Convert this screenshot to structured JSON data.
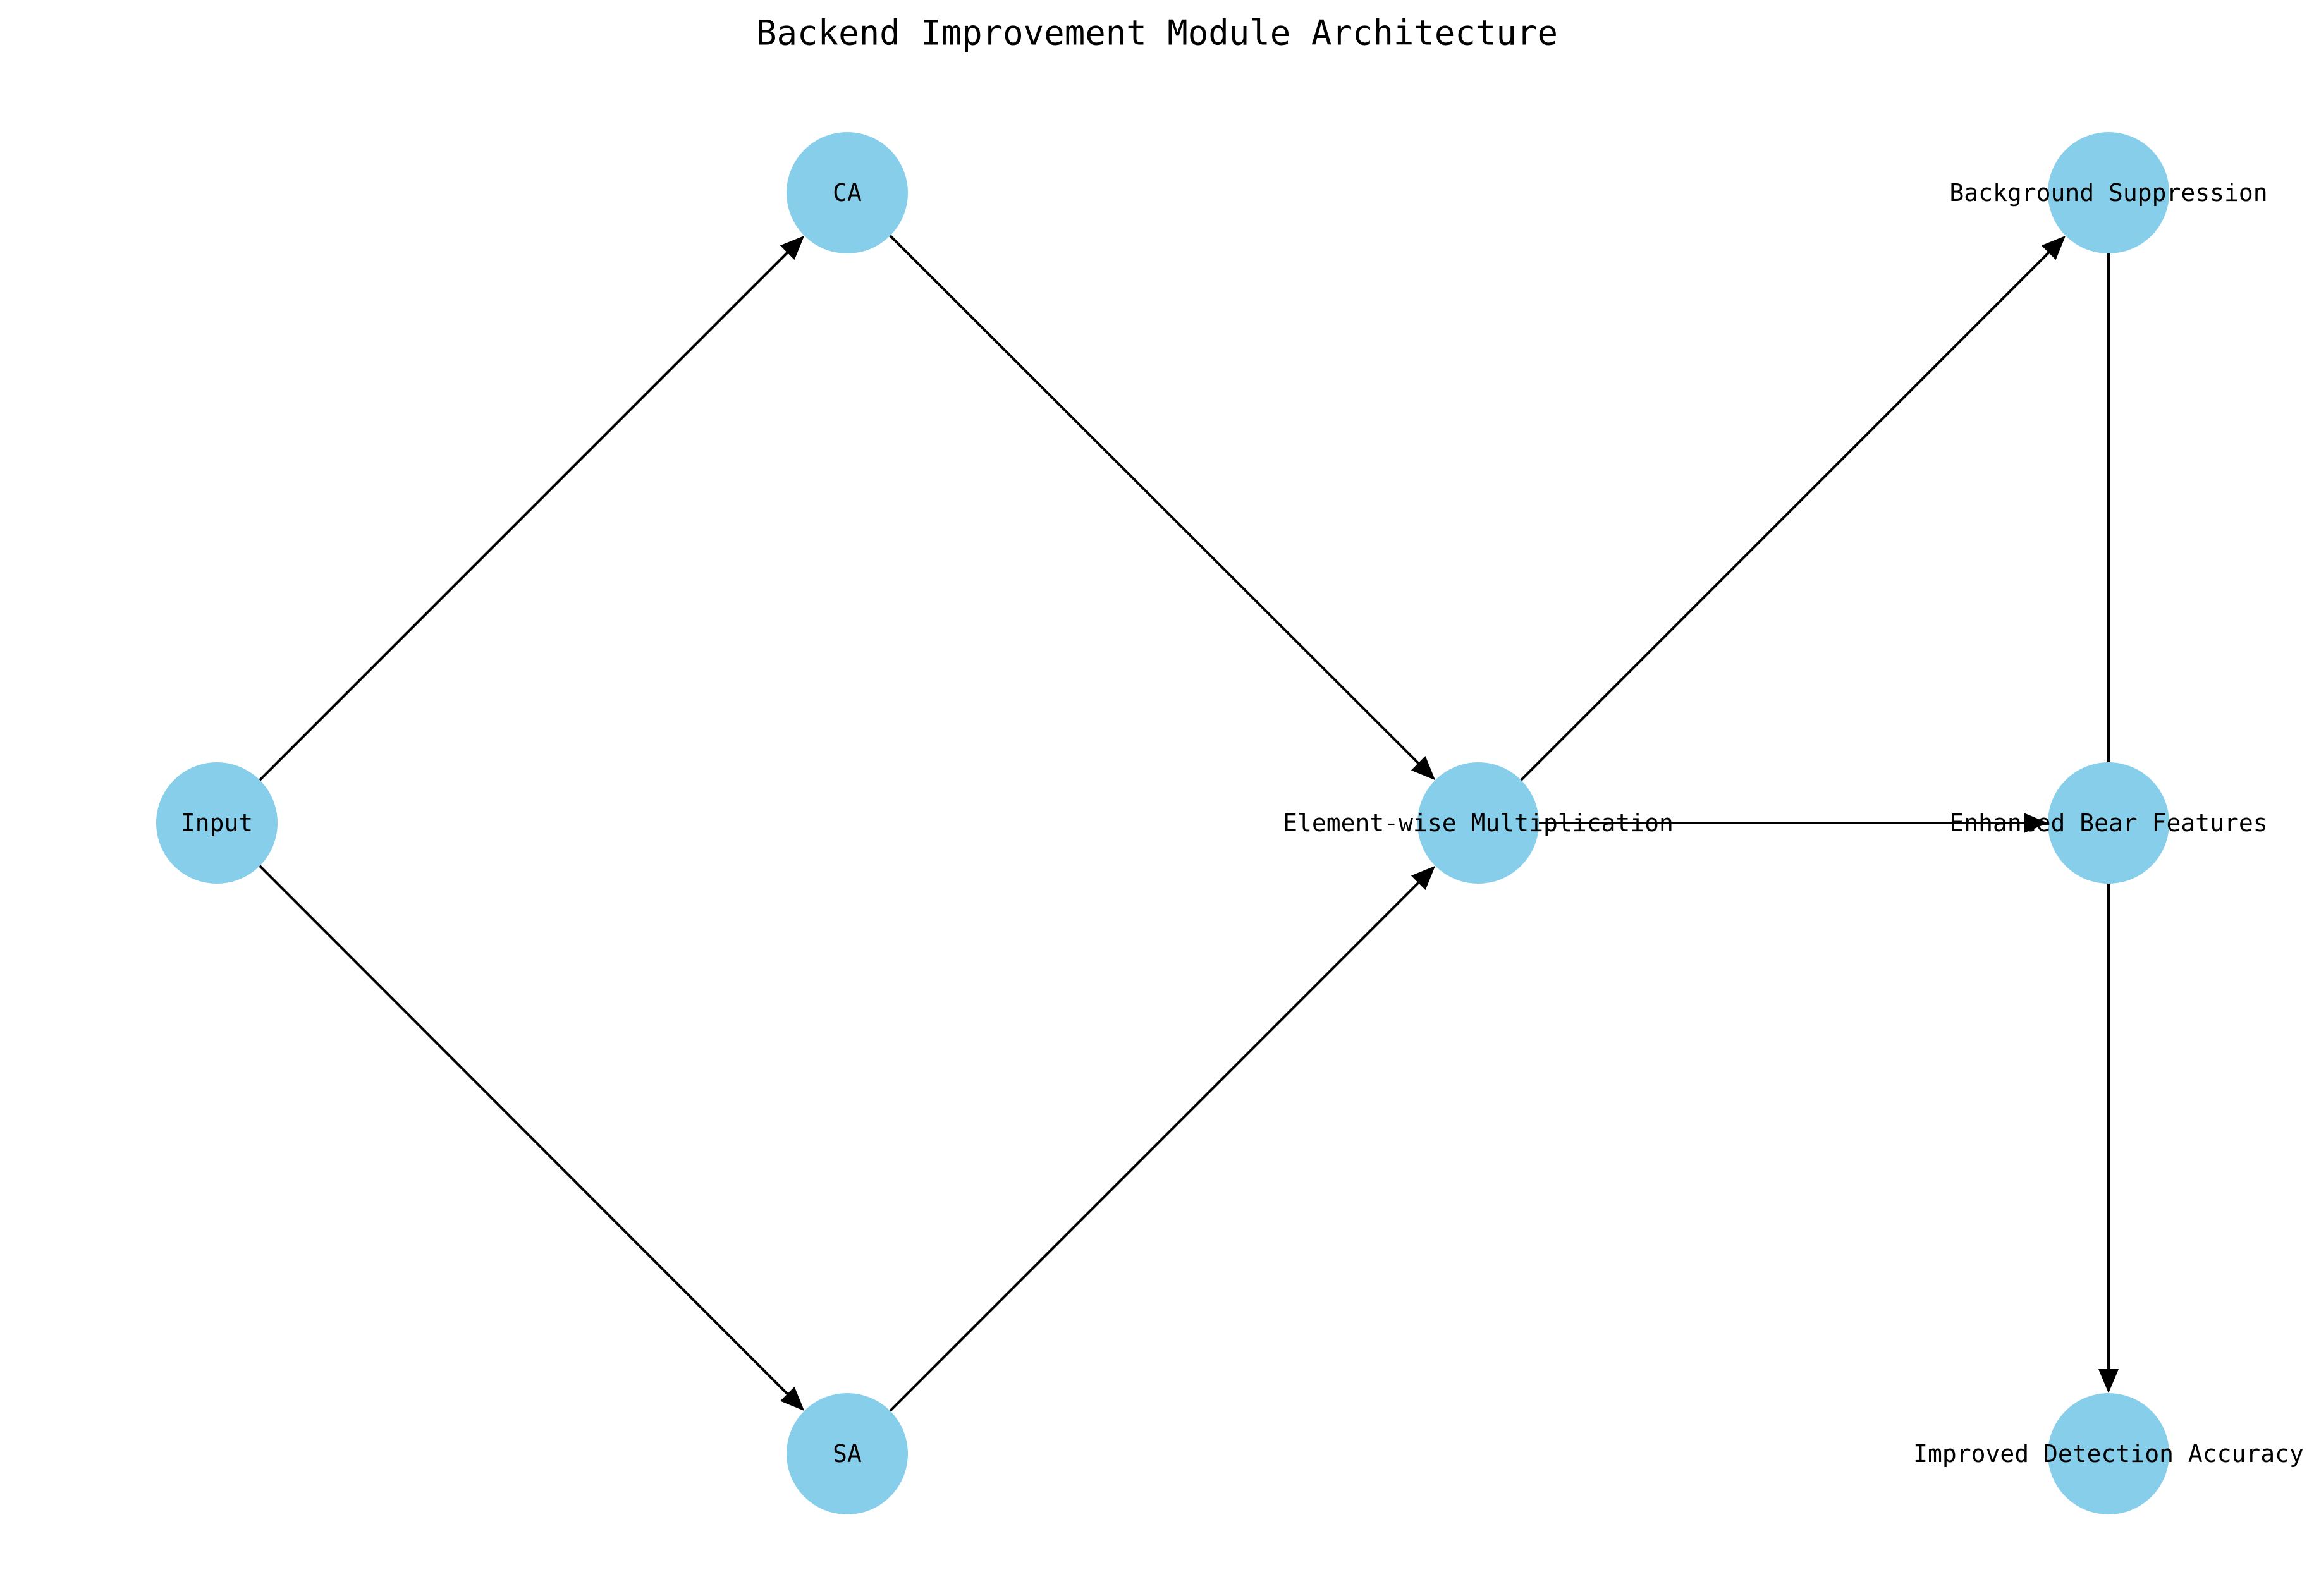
{
  "diagram": {
    "title": "Backend Improvement Module Architecture",
    "node_color": "#87ceeb",
    "edge_color": "#000000",
    "nodes": [
      {
        "id": "input",
        "label": "Input"
      },
      {
        "id": "ca",
        "label": "CA"
      },
      {
        "id": "sa",
        "label": "SA"
      },
      {
        "id": "mult",
        "label": "Element-wise Multiplication"
      },
      {
        "id": "bg",
        "label": "Background Suppression"
      },
      {
        "id": "bear",
        "label": "Enhanced Bear Features"
      },
      {
        "id": "acc",
        "label": "Improved Detection Accuracy"
      }
    ],
    "edges": [
      {
        "from": "input",
        "to": "ca",
        "arrow": true
      },
      {
        "from": "input",
        "to": "sa",
        "arrow": true
      },
      {
        "from": "ca",
        "to": "mult",
        "arrow": true
      },
      {
        "from": "sa",
        "to": "mult",
        "arrow": true
      },
      {
        "from": "mult",
        "to": "bg",
        "arrow": true
      },
      {
        "from": "mult",
        "to": "bear",
        "arrow": true
      },
      {
        "from": "bg",
        "to": "bear",
        "arrow": false
      },
      {
        "from": "bear",
        "to": "acc",
        "arrow": true
      }
    ]
  }
}
